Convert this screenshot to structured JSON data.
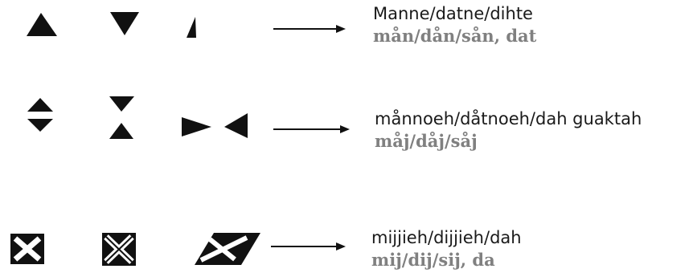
{
  "rows": [
    {
      "symbols": [
        "triangle-up-icon",
        "triangle-down-icon",
        "half-triangle-icon"
      ],
      "main": "Manne/datne/dihte",
      "sub": "mån/dån/sån, dat"
    },
    {
      "symbols": [
        "triangles-apart-icon",
        "triangles-tips-together-icon",
        "triangles-facing-icon"
      ],
      "main": "månnoeh/dåtnoeh/dah guaktah",
      "sub": "måj/dåj/såj"
    },
    {
      "symbols": [
        "cross-box-icon",
        "double-cross-box-icon",
        "slanted-cross-box-icon"
      ],
      "main": "mijjieh/dijjieh/dah",
      "sub": "mij/dij/sij, da"
    }
  ],
  "colors": {
    "ink": "#111111",
    "text": "#1a1a1a",
    "sub_text": "#808080"
  }
}
